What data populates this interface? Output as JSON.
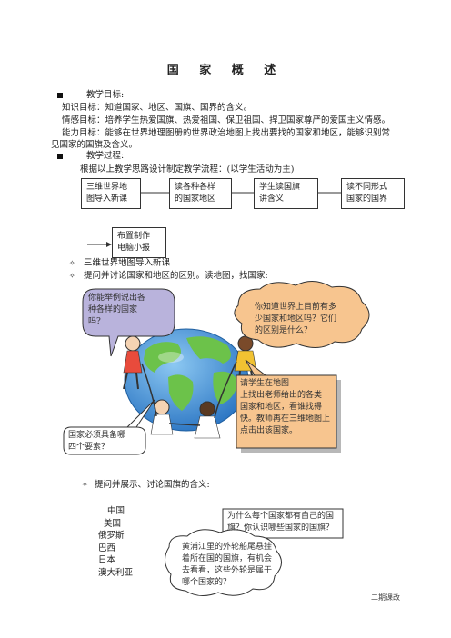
{
  "title": "国 家 概 述",
  "sections": {
    "goals_heading": "教学目标:",
    "knowledge": "知识目标：知道国家、地区、国旗、国界的含义。",
    "emotion": "情感目标：培养学生热爱国旗、热爱祖国、保卫祖国、捍卫国家尊严的爱国主义情感。",
    "ability_line1": "能力目标：能够在世界地理图册的世界政治地图上找出要找的国家和地区，能够识别常",
    "ability_line2": "见国家的国旗及含义。",
    "process_heading": "教学过程:",
    "process_desc": "根据以上教学思路设计制定教学流程：(以学生活动为主)"
  },
  "flow": {
    "box1": [
      "三维世界地",
      "图导入新课"
    ],
    "box2": [
      "读各种各样",
      "的国家地区"
    ],
    "box3": [
      "学生读国旗",
      "讲含义"
    ],
    "box4": [
      "读不同形式",
      "国家的国界"
    ],
    "box5": [
      "布置制作",
      "电脑小报"
    ]
  },
  "items": {
    "item1": "三维世界地图导入新课",
    "item2": "提问并讨论国家和地区的区别。读地图，找国家:",
    "item3": "提问并展示、讨论国旗的含义:"
  },
  "bubbles": {
    "b1": [
      "你能举例说出各",
      "种各样的国家",
      "吗?"
    ],
    "b2": [
      "你知道世界上目前有多",
      "少国家和地区吗？它们",
      "的区别是什么？"
    ],
    "b3": [
      "请学生在地图",
      "上找出老师给出的各类",
      "国家和地区，看谁找得",
      "快。教师再在三维地图上",
      "点击出该国家。"
    ],
    "b4": [
      "国家必须具备哪",
      "四个要素？"
    ],
    "b5": [
      "为什么每个国家都有自己的国",
      "旗？你认识哪些国家的国旗？"
    ],
    "b6": [
      "黄浦江里的外轮船尾悬挂",
      "着所在国的国旗，有机会",
      "去看看，这些外轮是属于",
      "哪个国家的？"
    ]
  },
  "countries": [
    "中国",
    "美国",
    "俄罗斯",
    "巴西",
    "日本",
    "澳大利亚"
  ],
  "footer": "二期课改",
  "colors": {
    "bubble_purple": "#b9b3dc",
    "bubble_orange": "#f7c58f",
    "bubble_border": "#333333",
    "globe_blue": "#3f8fd8",
    "globe_green": "#6cc24a"
  }
}
